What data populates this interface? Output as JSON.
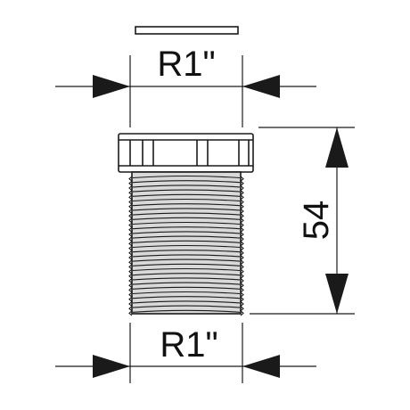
{
  "drawing": {
    "top_label": "R1\"",
    "bottom_label": "R1\"",
    "height_label": "54"
  },
  "colors": {
    "line": "#1a1a1a",
    "thread_fill": "#d9d9d9",
    "background": "#ffffff"
  }
}
